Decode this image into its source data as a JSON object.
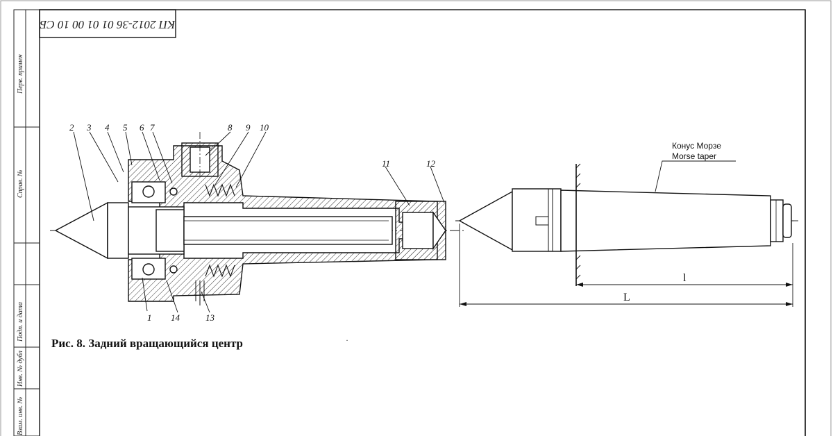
{
  "drawing": {
    "stamp_code": "КП 2012-36 01 01 00 10 СБ",
    "side_labels": [
      "Перв. примен",
      "Справ. №",
      "Подп. и дата",
      "Инв. № дубл",
      "Взам. инв. №"
    ],
    "caption": "Рис. 8. Задний вращающийся центр",
    "part_numbers": [
      "1",
      "2",
      "3",
      "4",
      "5",
      "6",
      "7",
      "8",
      "9",
      "10",
      "11",
      "12",
      "13",
      "14"
    ],
    "taper_label_ru": "Конус Морзе",
    "taper_label_en": "Morse taper",
    "dim_l": "l",
    "dim_L": "L"
  }
}
